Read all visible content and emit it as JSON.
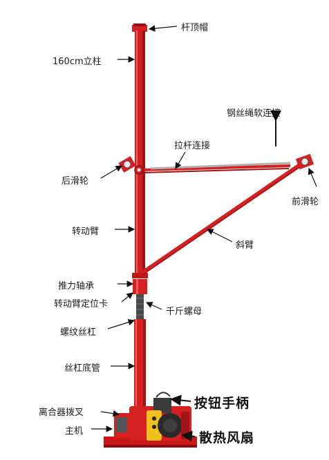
{
  "labels": {
    "top_cap": "杆顶帽",
    "mast_160": "160cm立柱",
    "wire_rope_link": "钢丝绳软连接",
    "tie_rod_link": "拉杆连接",
    "rear_pulley": "后滑轮",
    "front_pulley": "前滑轮",
    "rotating_arm": "转动臂",
    "diagonal_arm": "斜臂",
    "thrust_bearing": "推力轴承",
    "rotating_arm_clamp": "转动臂定位卡",
    "jack_nut": "千斤螺母",
    "screw_rod": "螺纹丝杠",
    "screw_base_tube": "丝杠底管",
    "clutch_fork": "离合器拨叉",
    "main_unit": "主机",
    "button_handle": "按钮手柄",
    "cooling_fan": "散热风扇"
  },
  "colors": {
    "frame_red": "#d42020",
    "frame_shade": "#9a1010",
    "hoist_yellow": "#f0c020",
    "motor_dark": "#2a2a2a",
    "arrow_black": "#111111"
  }
}
